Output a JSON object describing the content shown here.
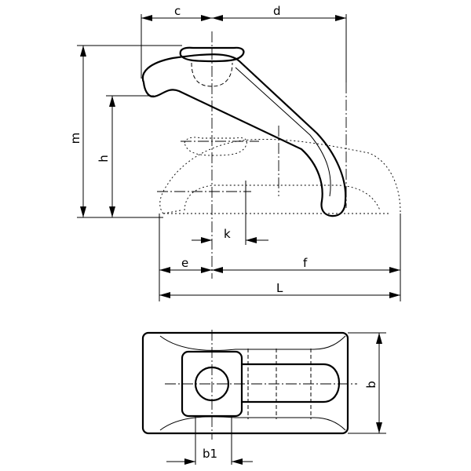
{
  "figure": {
    "dimension_labels": {
      "c": "c",
      "d": "d",
      "m": "m",
      "h": "h",
      "k": "k",
      "e": "e",
      "f": "f",
      "L": "L",
      "b": "b",
      "b1": "b1"
    }
  }
}
